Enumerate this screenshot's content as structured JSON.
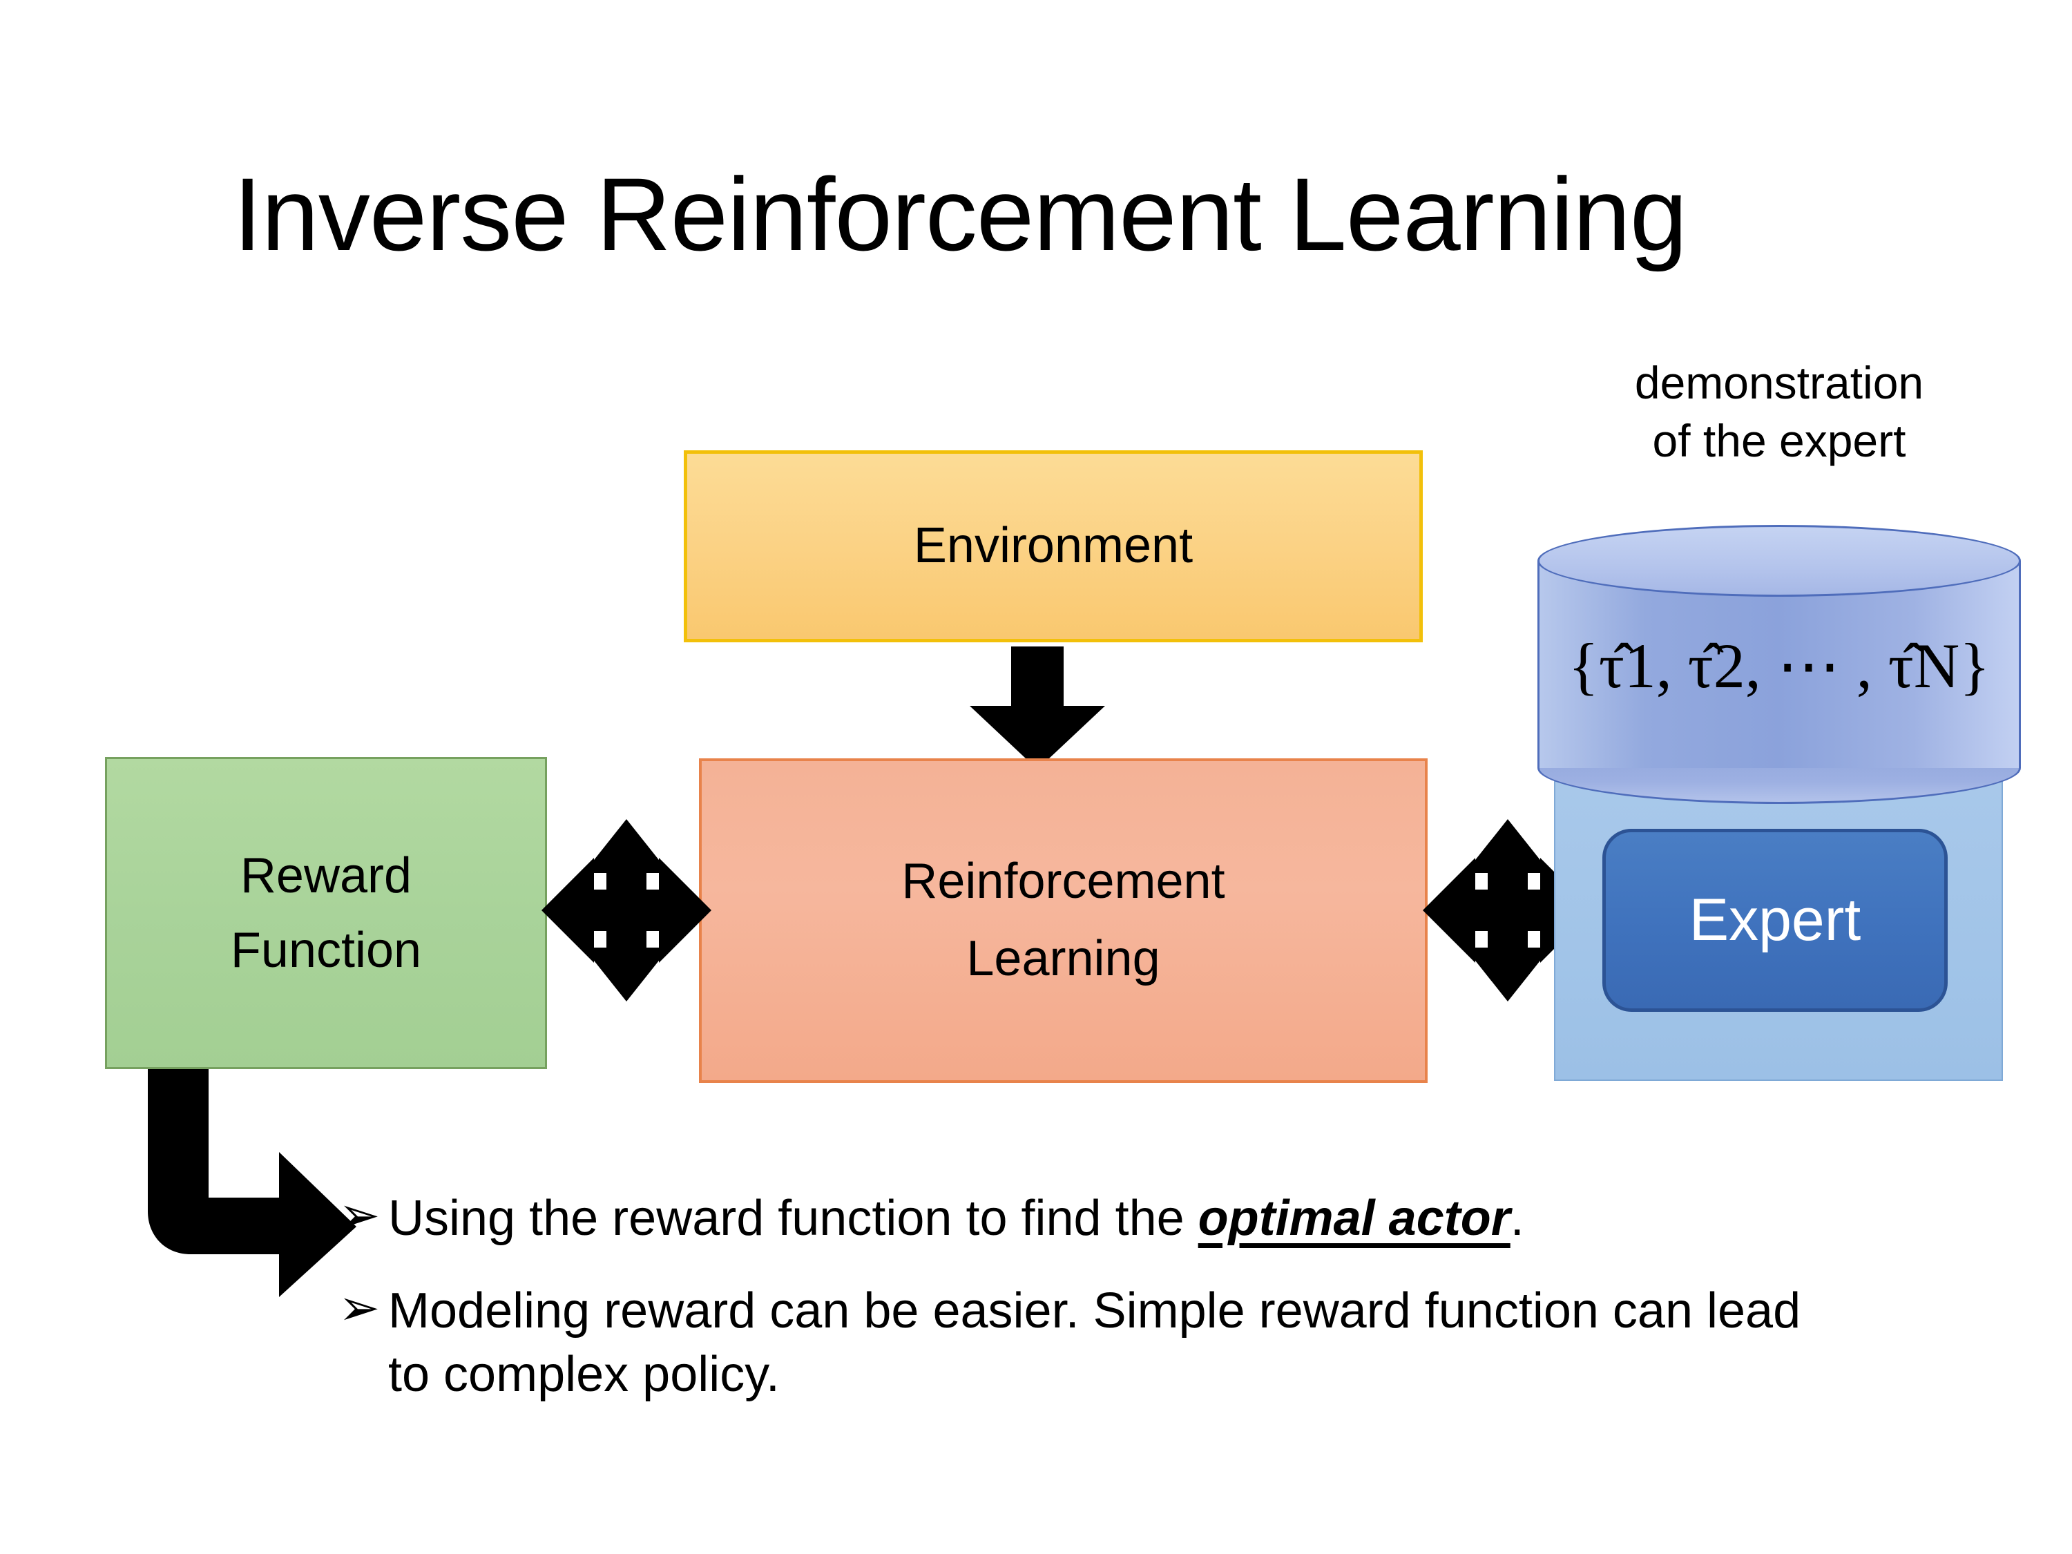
{
  "slide": {
    "title": "Inverse Reinforcement Learning",
    "background_color": "#ffffff"
  },
  "diagram": {
    "environment_box": {
      "label": "Environment",
      "fill_color": "#fbd183",
      "border_color": "#f2c00a"
    },
    "reinforcement_learning_box": {
      "label_line1": "Reinforcement",
      "label_line2": "Learning",
      "fill_color": "#f6b79d",
      "border_color": "#e8834b"
    },
    "reward_function_box": {
      "label_line1": "Reward",
      "label_line2": "Function",
      "fill_color": "#a9d39a",
      "border_color": "#76a15f"
    },
    "expert_group": {
      "demonstration_label_line1": "demonstration",
      "demonstration_label_line2": "of the expert",
      "cylinder_formula": "{τ̂1, τ̂2, ⋯ , τ̂N}",
      "cylinder_fill_color": "#8ba2db",
      "cylinder_border_color": "#4f6dbb",
      "panel_fill_color": "#a1c4e8",
      "expert_button_label": "Expert",
      "expert_button_fill_color": "#3f72bd",
      "expert_button_border_color": "#2c5395",
      "expert_button_text_color": "#ffffff"
    },
    "arrows": {
      "environment_to_rl": "down-arrow",
      "reward_to_rl": "double-headed-horizontal-arrow",
      "rl_to_expert": "double-headed-horizontal-arrow",
      "reward_to_bullet": "elbow-arrow-down-right",
      "arrow_color": "#000000"
    }
  },
  "bullets": [
    {
      "marker": "➢",
      "text_before": "Using the reward function to find the ",
      "emphasis": "optimal actor",
      "text_after": "."
    },
    {
      "marker": "➢",
      "text_before": "Modeling reward can be easier. Simple reward function can lead to complex policy.",
      "emphasis": "",
      "text_after": ""
    }
  ]
}
